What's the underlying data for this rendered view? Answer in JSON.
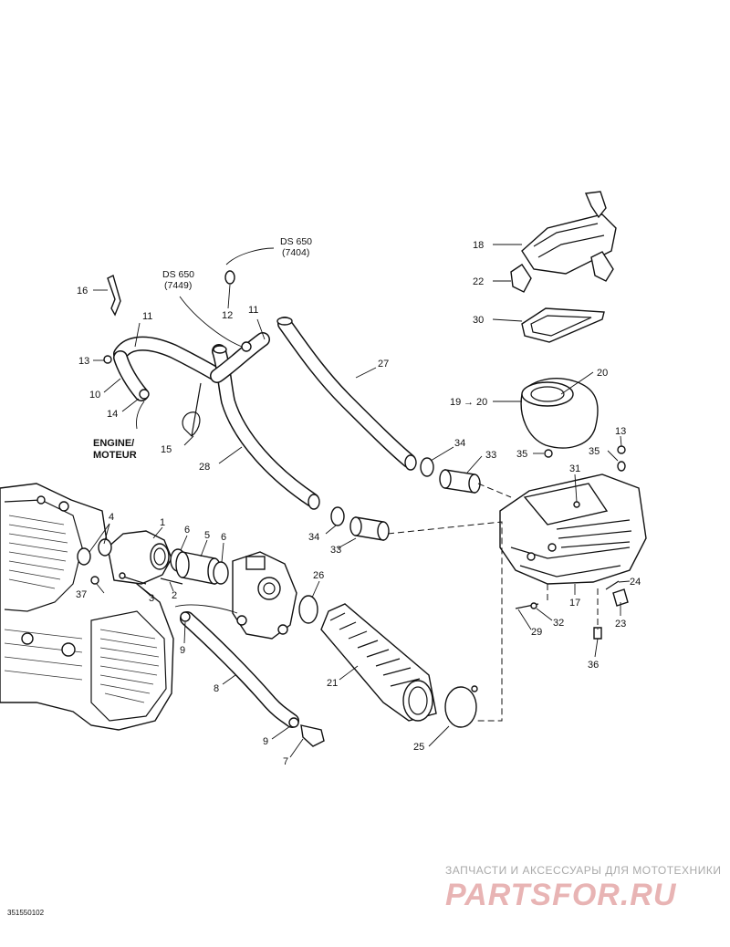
{
  "labels": {
    "p1": "1",
    "p2": "2",
    "p3": "3",
    "p4": "4",
    "p5": "5",
    "p6a": "6",
    "p6b": "6",
    "p7": "7",
    "p8": "8",
    "p9a": "9",
    "p9b": "9",
    "p10": "10",
    "p11a": "11",
    "p11b": "11",
    "p12": "12",
    "p13a": "13",
    "p13b": "13",
    "p14": "14",
    "p15": "15",
    "p16": "16",
    "p17": "17",
    "p18": "18",
    "p19": "19",
    "p20a": "20",
    "p20b": "20",
    "p21": "21",
    "p22": "22",
    "p23": "23",
    "p24": "24",
    "p25": "25",
    "p26": "26",
    "p27": "27",
    "p28": "28",
    "p29": "29",
    "p30": "30",
    "p31": "31",
    "p32": "32",
    "p33a": "33",
    "p33b": "33",
    "p34a": "34",
    "p34b": "34",
    "p35a": "35",
    "p35b": "35",
    "p36": "36",
    "p37": "37"
  },
  "notes": {
    "ds650_a": "DS 650",
    "ds650_a_code": "(7404)",
    "ds650_b": "DS 650",
    "ds650_b_code": "(7449)",
    "engine_line1": "ENGINE/",
    "engine_line2": "MOTEUR"
  },
  "footer": {
    "reference": "351550102",
    "watermark_top": "ЗАПЧАСТИ И АКСЕССУАРЫ ДЛЯ МОТОТЕХНИКИ",
    "watermark_logo": "PARTSFOR.RU"
  }
}
